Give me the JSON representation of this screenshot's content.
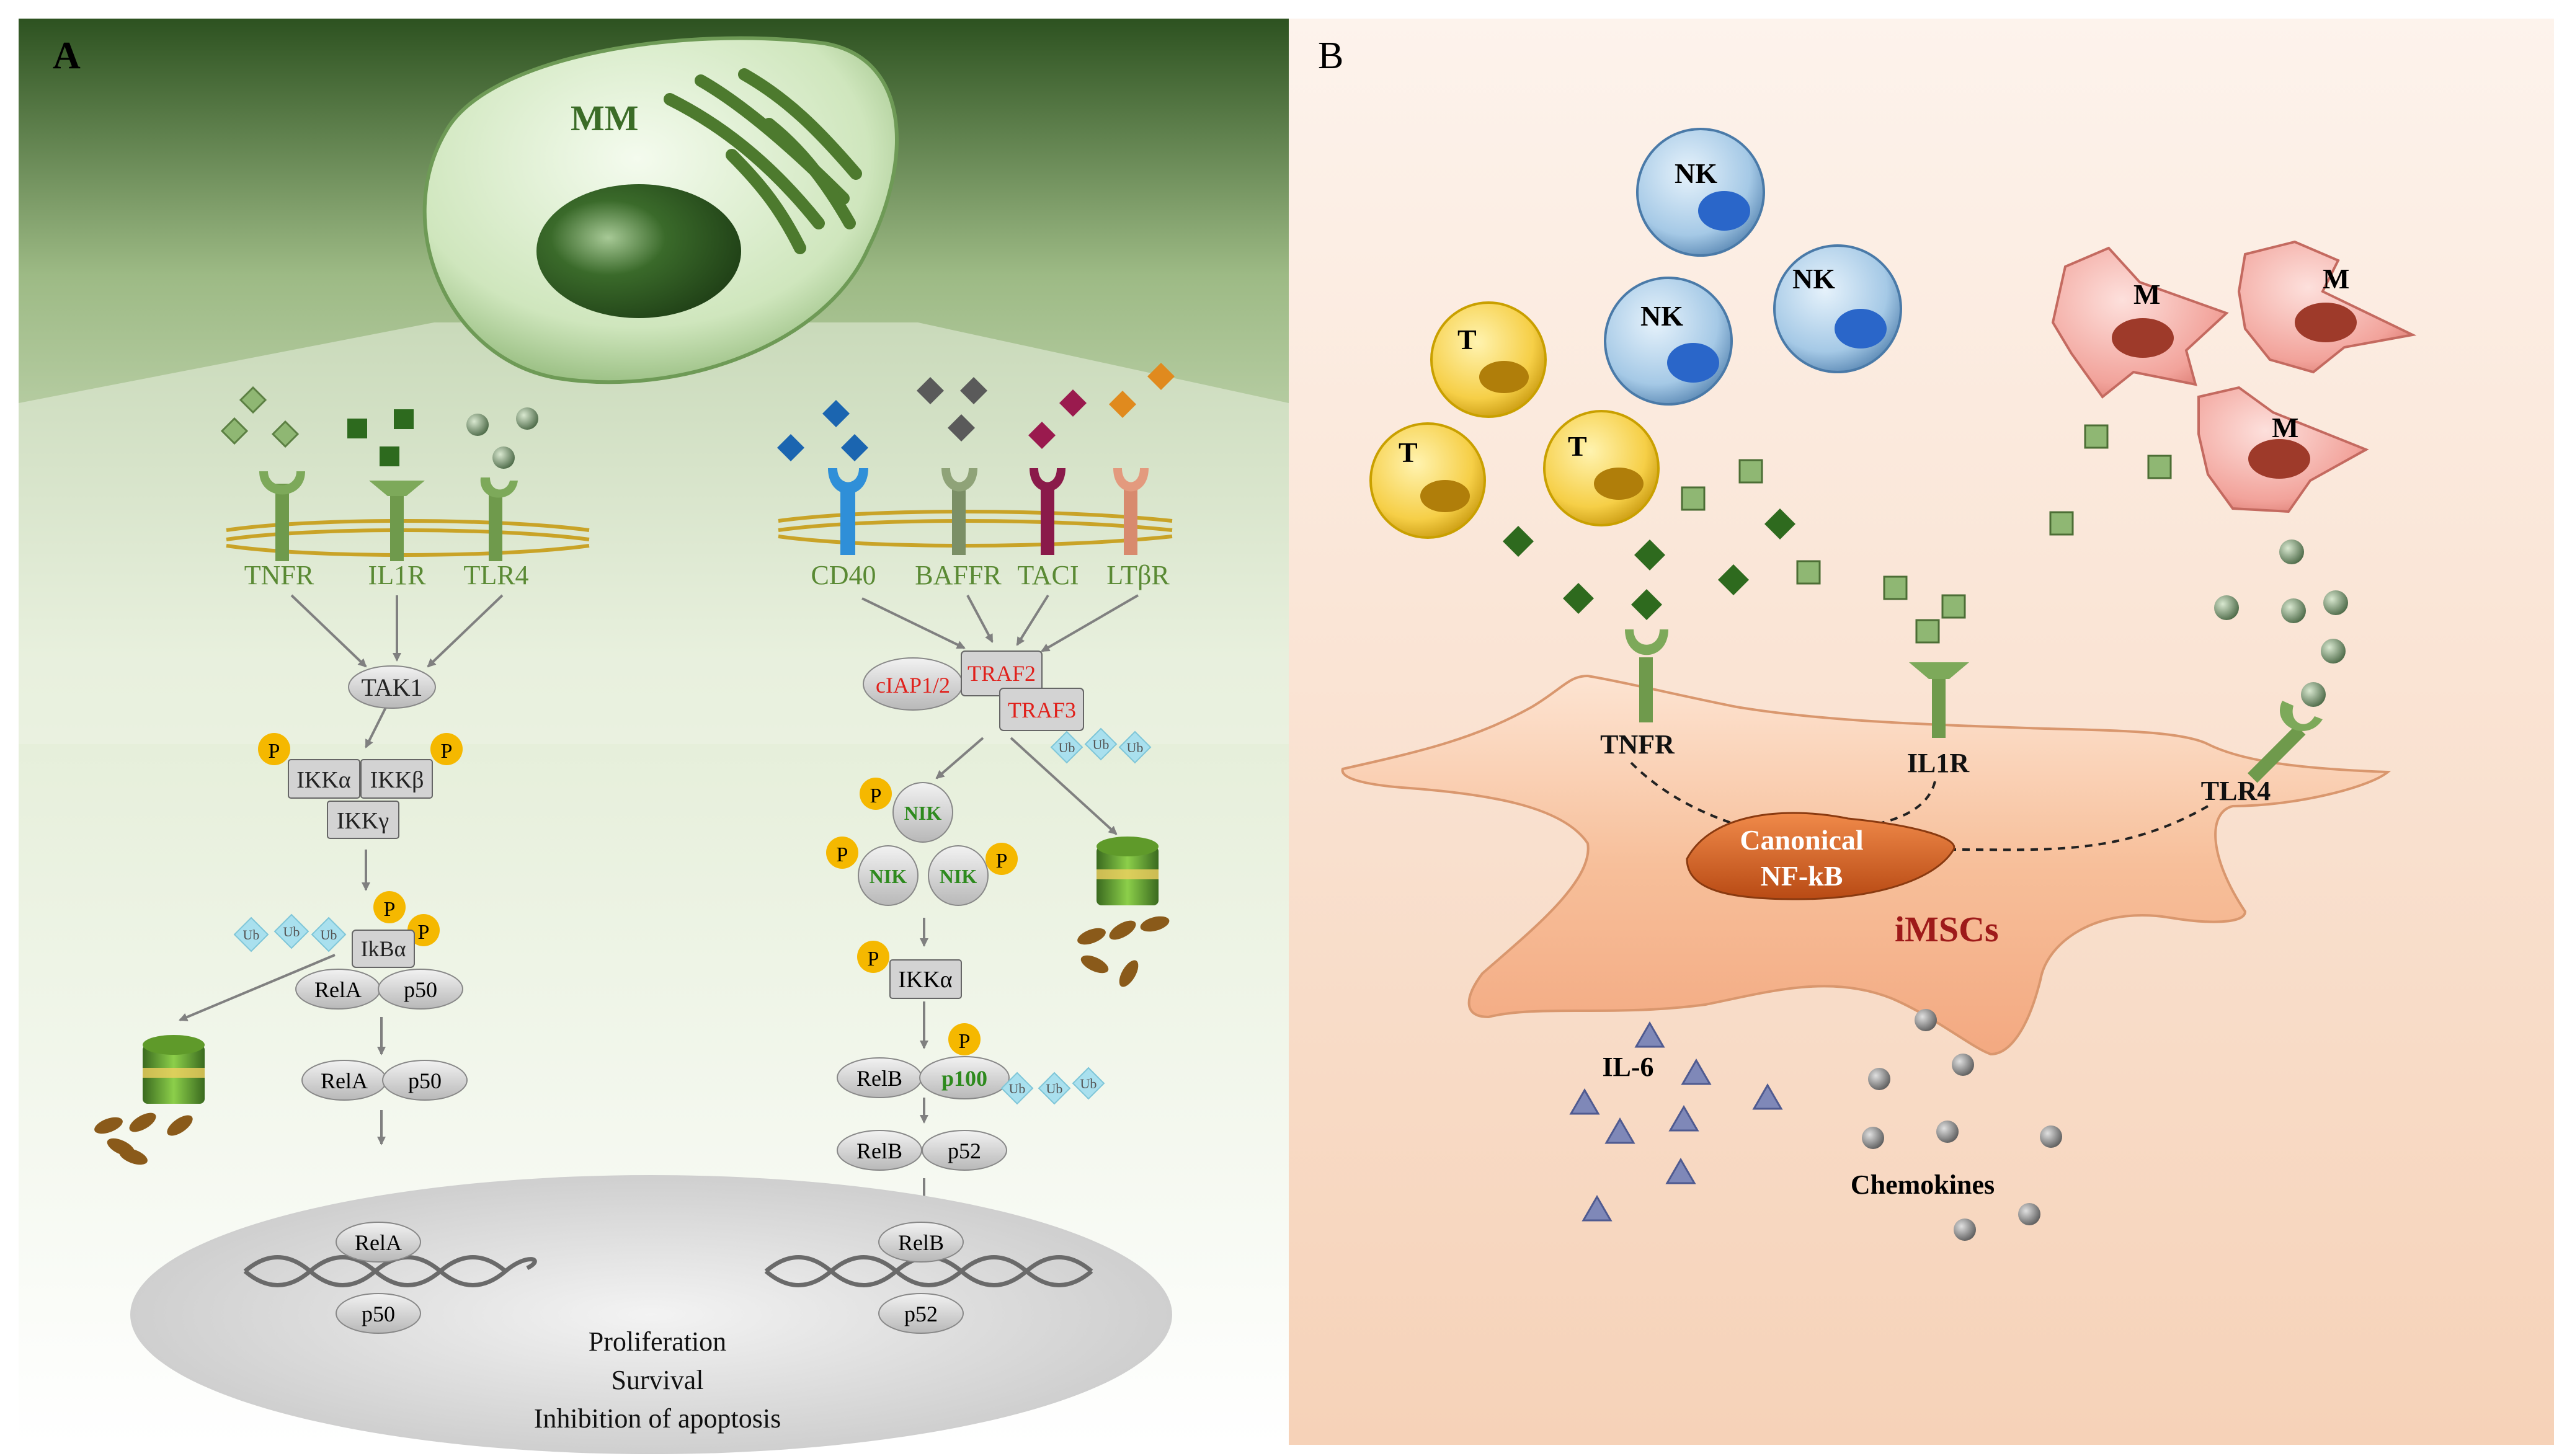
{
  "panelA": {
    "letter": "A",
    "cell_label": "MM",
    "receptors_left": [
      "TNFR",
      "IL1R",
      "TLR4"
    ],
    "receptors_right": [
      "CD40",
      "BAFFR",
      "TACI",
      "LTβR"
    ],
    "tak1": "TAK1",
    "ikk_alpha": "IKKα",
    "ikk_beta": "IKKβ",
    "ikk_gamma": "IKKγ",
    "ikb_alpha": "IkBα",
    "rela": "RelA",
    "p50": "p50",
    "ciap": "cIAP1/2",
    "traf2": "TRAF2",
    "traf3": "TRAF3",
    "nik": "NIK",
    "ikk_alpha_nc": "IKKα",
    "relb": "RelB",
    "p100": "p100",
    "p52": "p52",
    "ub": "Ub",
    "p": "P",
    "outcomes": [
      "Proliferation",
      "Survival",
      "Inhibition  of apoptosis"
    ]
  },
  "panelB": {
    "letter": "B",
    "nk": "NK",
    "t": "T",
    "m": "M",
    "tnfr": "TNFR",
    "il1r": "IL1R",
    "tlr4": "TLR4",
    "nfkb_line1": "Canonical",
    "nfkb_line2": "NF-kB",
    "imscs": "iMSCs",
    "il6": "IL-6",
    "chemokines": "Chemokines"
  },
  "colors": {
    "green_dark": "#2f5a1f",
    "green_mid": "#5e8a3a",
    "label_green": "#5a8a34",
    "red": "#e0201b",
    "yellow_p": "#f5b800",
    "ub_blue": "#a9e0ee",
    "peach": "#f7d3b8",
    "imscs": "#9e1a1a"
  }
}
